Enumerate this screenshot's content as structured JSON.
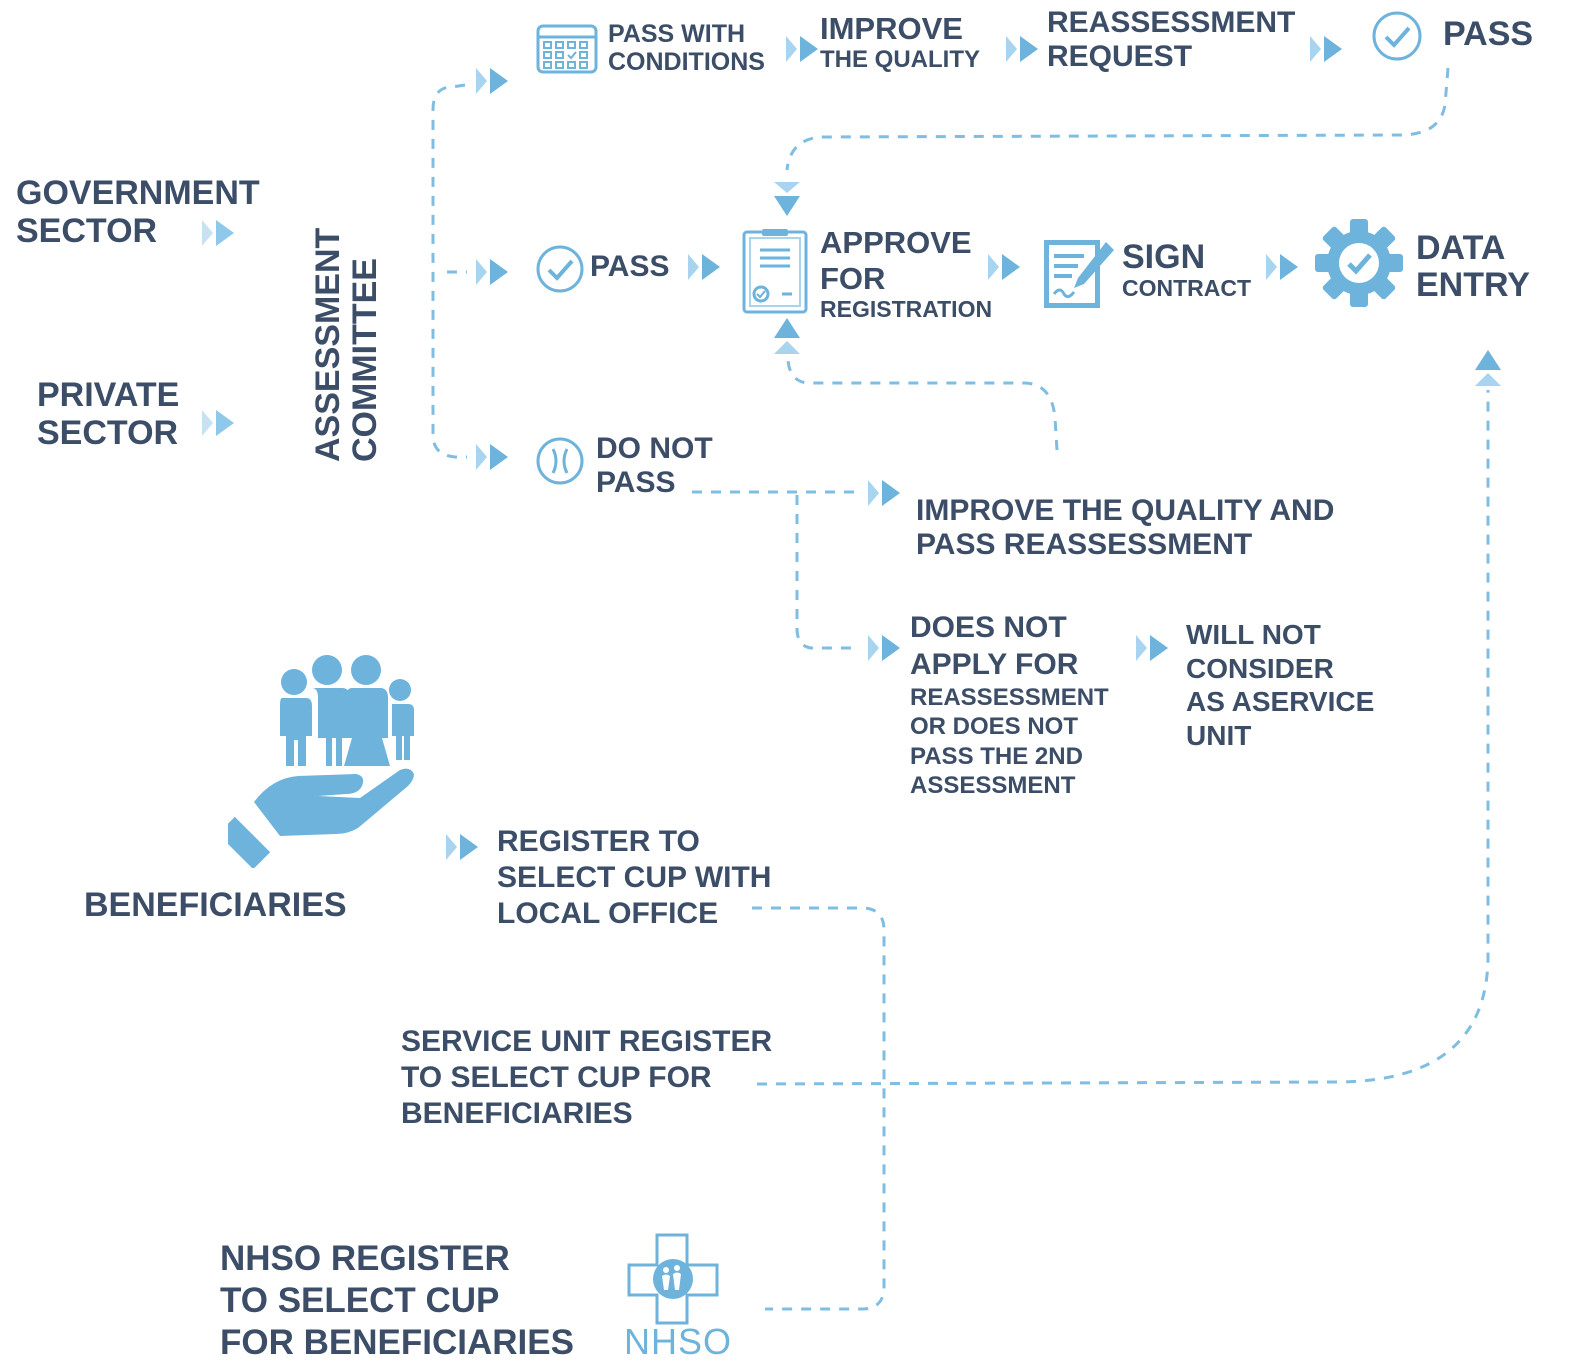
{
  "colors": {
    "text": "#3c4d68",
    "accent": "#6db3dc",
    "accent_light": "#a9d4ef",
    "dash": "#7fbde2"
  },
  "sources": {
    "government": [
      "GOVERNMENT",
      "SECTOR"
    ],
    "private": [
      "PRIVATE",
      "SECTOR"
    ]
  },
  "committee": [
    "ASSESSMENT",
    "COMMITTEE"
  ],
  "top_flow": {
    "pass_with_conditions": [
      "PASS WITH",
      "CONDITIONS"
    ],
    "improve_quality": [
      "IMPROVE",
      "THE QUALITY"
    ],
    "reassessment_request": [
      "REASSESSMENT",
      "REQUEST"
    ],
    "pass": "PASS"
  },
  "middle_flow": {
    "pass": "PASS",
    "approve": [
      "APPROVE",
      "FOR",
      "REGISTRATION"
    ],
    "sign": [
      "SIGN",
      "CONTRACT"
    ],
    "data_entry": [
      "DATA",
      "ENTRY"
    ]
  },
  "fail_flow": {
    "do_not_pass": [
      "DO NOT",
      "PASS"
    ],
    "improve_reassess": [
      "IMPROVE THE QUALITY AND",
      "PASS REASSESSMENT"
    ],
    "does_not_apply": [
      "DOES NOT",
      "APPLY FOR",
      "REASSESSMENT",
      "OR DOES NOT",
      "PASS THE 2ND",
      "ASSESSMENT"
    ],
    "will_not_consider": [
      "WILL NOT",
      "CONSIDER",
      "AS ASERVICE",
      "UNIT"
    ]
  },
  "beneficiaries": {
    "label": "BENEFICIARIES",
    "register_local": [
      "REGISTER TO",
      "SELECT CUP WITH",
      "LOCAL OFFICE"
    ],
    "service_unit_register": [
      "SERVICE UNIT REGISTER",
      "TO SELECT CUP FOR",
      "BENEFICIARIES"
    ],
    "nhso_register": [
      "NHSO REGISTER",
      "TO SELECT CUP",
      "FOR BENEFICIARIES"
    ],
    "nhso_logo_text": "NHSO"
  },
  "icons": [
    "calendar-icon",
    "check-circle-icon",
    "document-check-icon",
    "sign-contract-icon",
    "gear-check-icon",
    "x-circle-icon",
    "family-hand-icon",
    "nhso-logo-icon"
  ]
}
